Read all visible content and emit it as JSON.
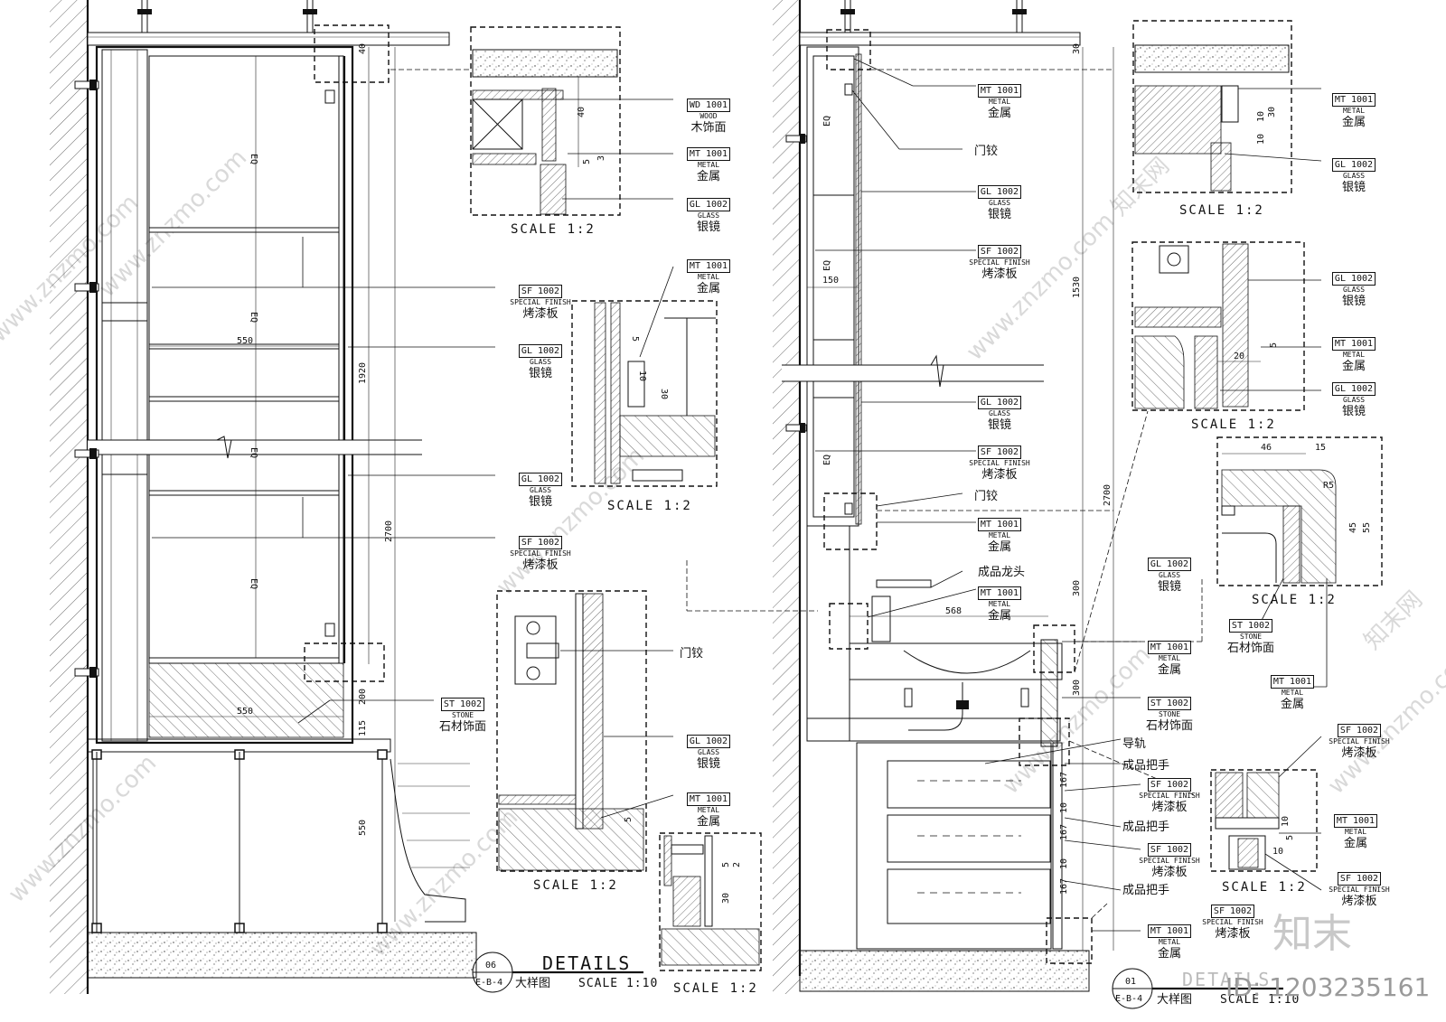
{
  "materials": {
    "wd1001": {
      "code": "WD 1001",
      "en": "WOOD",
      "cn": "木饰面"
    },
    "mt1001": {
      "code": "MT 1001",
      "en": "METAL",
      "cn": "金属"
    },
    "gl1002": {
      "code": "GL 1002",
      "en": "GLASS",
      "cn": "银镜"
    },
    "sf1002": {
      "code": "SF 1002",
      "en": "SPECIAL FINISH",
      "cn": "烤漆板"
    },
    "st1002": {
      "code": "ST 1002",
      "en": "STONE",
      "cn": "石材饰面"
    }
  },
  "notes": {
    "hinge": "门铰",
    "faucet": "成品龙头",
    "rail": "导轨",
    "handle": "成品把手"
  },
  "scale_label": "SCALE 1:2",
  "left_dims": {
    "eq": "EQ",
    "w550": "550",
    "h1920": "1920",
    "h2700": "2700",
    "h200": "200",
    "h115": "115",
    "h550": "550",
    "h40": "40"
  },
  "right_dims": {
    "eq": "EQ",
    "w150": "150",
    "h30": "30",
    "h1530": "1530",
    "h2700": "2700",
    "h300a": "300",
    "h300b": "300",
    "w568": "568",
    "h167": "167",
    "h10": "10"
  },
  "detail_dims": {
    "d40": "40",
    "d5": "5",
    "d3": "3",
    "d30": "30",
    "d10": "10",
    "d20": "20",
    "d46": "46",
    "d15": "15",
    "d45": "45",
    "d55": "55",
    "d2": "2",
    "r5": "R5"
  },
  "title_left": {
    "number": "06",
    "ref": "E-B-4",
    "title": "DETAILS",
    "cn": "大样图",
    "scale": "SCALE 1:10"
  },
  "title_right": {
    "number": "01",
    "ref": "E-B-4",
    "title": "DETAILS",
    "cn": "大样图",
    "scale": "SCALE 1:10"
  },
  "watermark_id": "ID: 1203235161",
  "watermark_logo": "知末",
  "watermark_site": "www.znzmo.com",
  "watermark_cn": "知末网"
}
